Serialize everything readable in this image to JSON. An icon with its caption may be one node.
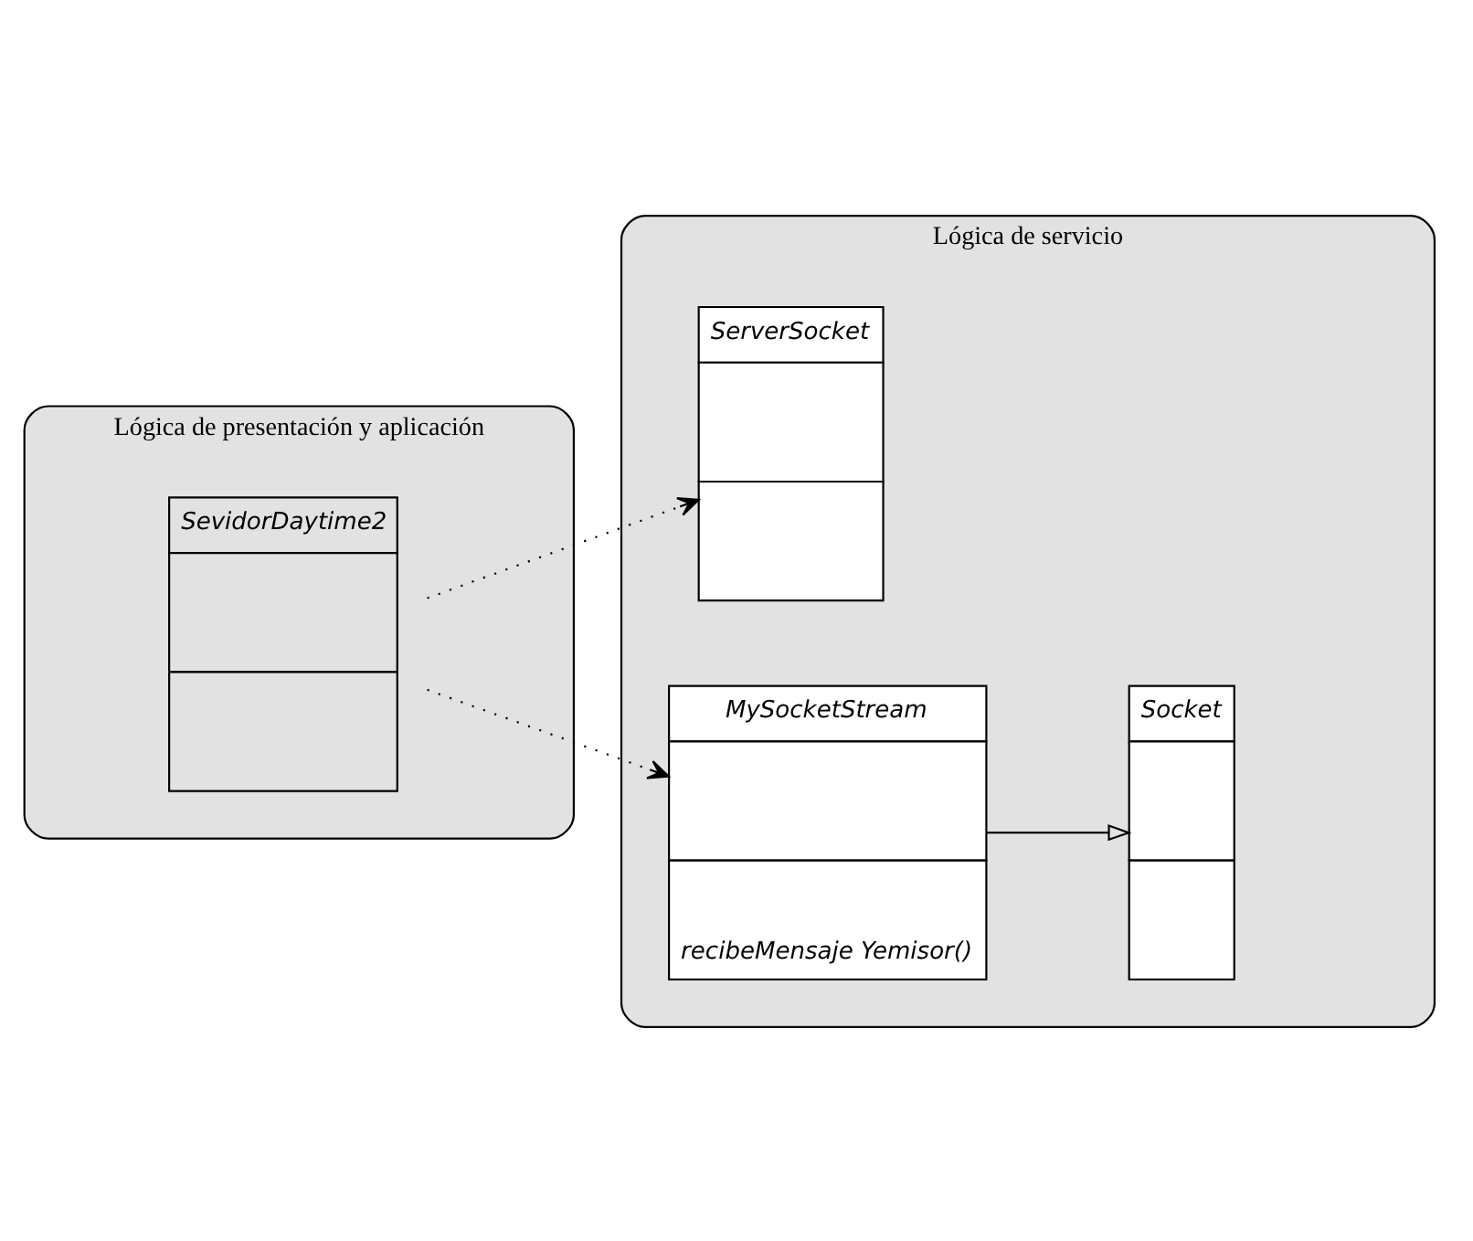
{
  "diagram": {
    "nodes": [
      {
        "text": [
          "Lógica de presentación y aplicación"
        ]
      },
      {
        "text": [
          "SevidorDaytime2"
        ],
        "in": 0
      },
      {
        "text": [
          "Lógica de servicio"
        ]
      },
      {
        "text": [
          "ServerSocket"
        ],
        "in": 2
      },
      {
        "text": [
          "MySocketStream",
          "recibeMensaje Yemisor()"
        ],
        "in": 2
      },
      {
        "text": [
          "Socket"
        ],
        "in": 2
      }
    ],
    "edges": [
      {
        "from": 1,
        "to": 3,
        "arrow": "to",
        "style": "dashed"
      },
      {
        "from": 1,
        "to": 4,
        "arrow": "to",
        "style": "dashed"
      },
      {
        "from": 4,
        "to": 5,
        "arrow": "to"
      }
    ]
  }
}
